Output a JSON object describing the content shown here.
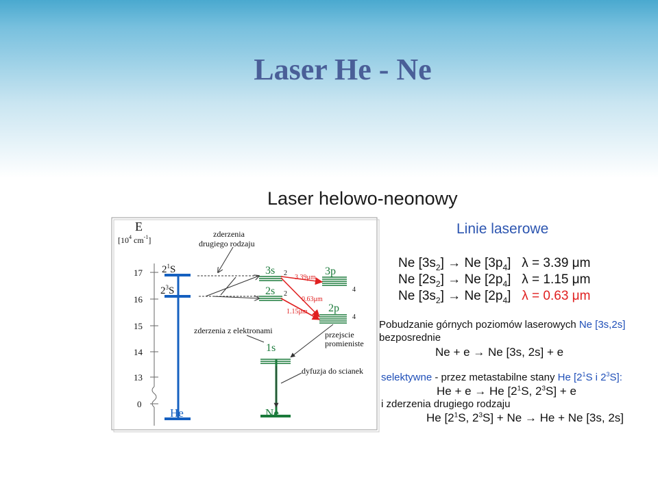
{
  "title": "Laser He - Ne",
  "subtitle": "Laser helowo-neonowy",
  "diagram": {
    "axis_label_E": "E",
    "axis_unit_base": "[10",
    "axis_unit_exp": "4",
    "axis_unit_mid": " cm",
    "axis_unit_exp2": "-1",
    "axis_unit_end": "]",
    "ticks": [
      "17",
      "16",
      "15",
      "14",
      "13",
      "0"
    ],
    "he_levels": [
      "2",
      "1",
      "S",
      "2",
      "3",
      "S"
    ],
    "he_label": "He",
    "ne_label": "Ne",
    "ne_levels": [
      "3s",
      "2s",
      "1s",
      "3p",
      "2p"
    ],
    "ne_sublevel_nums": [
      "2",
      "2",
      "4",
      "4"
    ],
    "transitions": [
      "3.39",
      "μm",
      "0.63",
      "μm",
      "1.15",
      "μm"
    ],
    "annotation_second_kind_1": "zderzenia",
    "annotation_second_kind_2": "drugiego rodzaju",
    "annotation_electron": "zderzenia z elektronami",
    "annotation_radiative_1": "przejscie",
    "annotation_radiative_2": "promieniste",
    "annotation_wall": "dyfuzja do scianek"
  },
  "laser_lines": {
    "heading": "Linie laserowe",
    "lines": [
      {
        "from": "Ne [3s",
        "from_sub": "2",
        "to": "Ne [3p",
        "to_sub": "4",
        "lambda": "λ = 3.39 μm",
        "highlight": false
      },
      {
        "from": "Ne [2s",
        "from_sub": "2",
        "to": "Ne [2p",
        "to_sub": "4",
        "lambda": "λ = 1.15 μm",
        "highlight": false
      },
      {
        "from": "Ne [3s",
        "from_sub": "2",
        "to": "Ne [2p",
        "to_sub": "4",
        "lambda": "λ = 0.63 μm",
        "highlight": true
      }
    ]
  },
  "pumping": {
    "intro_a": "Pobudzanie górnych poziomów laserowych ",
    "intro_b": "Ne [3s,2s]",
    "direct": "bezposrednie",
    "reaction_1": "Ne + e → Ne [3s, 2s] + e",
    "selective_a": "selektywne",
    "selective_b": " - przez metastabilne stany ",
    "selective_c": "He [2",
    "selective_c_sup": "1",
    "selective_d": "S i 2",
    "selective_d_sup": "3",
    "selective_e": "S]:",
    "reaction_2_a": "He + e → He [2",
    "reaction_2_sup1": "1",
    "reaction_2_b": "S, 2",
    "reaction_2_sup2": "3",
    "reaction_2_c": "S] + e",
    "second_kind": "i zderzenia drugiego rodzaju",
    "reaction_3_a": "He [2",
    "reaction_3_sup1": "1",
    "reaction_3_b": "S, 2",
    "reaction_3_sup2": "3",
    "reaction_3_c": "S] + Ne → He + Ne [3s, 2s]"
  },
  "colors": {
    "title": "#4a5f98",
    "accent_blue": "#1f4fb8",
    "laser_red": "#e02020",
    "level_blue": "#1560c0",
    "level_green": "#1a7a3a"
  }
}
